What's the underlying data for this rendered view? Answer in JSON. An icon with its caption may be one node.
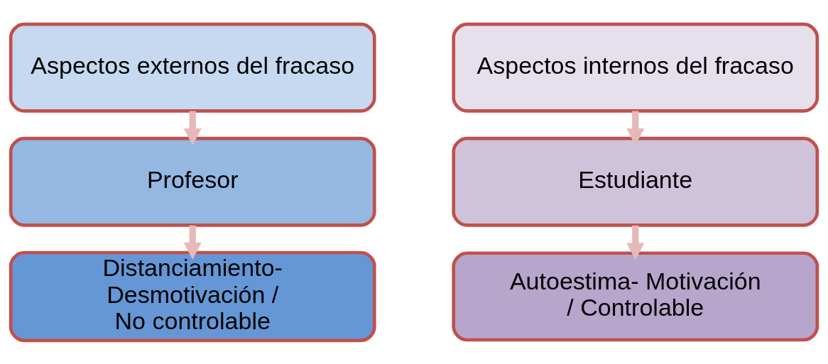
{
  "diagram": {
    "nodes": [
      {
        "text": [
          "Aspectos externos del fracaso"
        ]
      },
      {
        "text": [
          "Profesor"
        ]
      },
      {
        "text": [
          "Distanciamiento- Desmotivación / No controlable"
        ]
      },
      {
        "text": [
          "Aspectos internos del fracaso"
        ]
      },
      {
        "text": [
          "Estudiante"
        ]
      },
      {
        "text": [
          "Autoestima- Motivación / Controlable"
        ]
      }
    ],
    "edges": [
      {
        "from": 0,
        "to": 1,
        "arrow": "to"
      },
      {
        "from": 1,
        "to": 2,
        "arrow": "to"
      },
      {
        "from": 3,
        "to": 4,
        "arrow": "to"
      },
      {
        "from": 4,
        "to": 5,
        "arrow": "to"
      }
    ]
  }
}
